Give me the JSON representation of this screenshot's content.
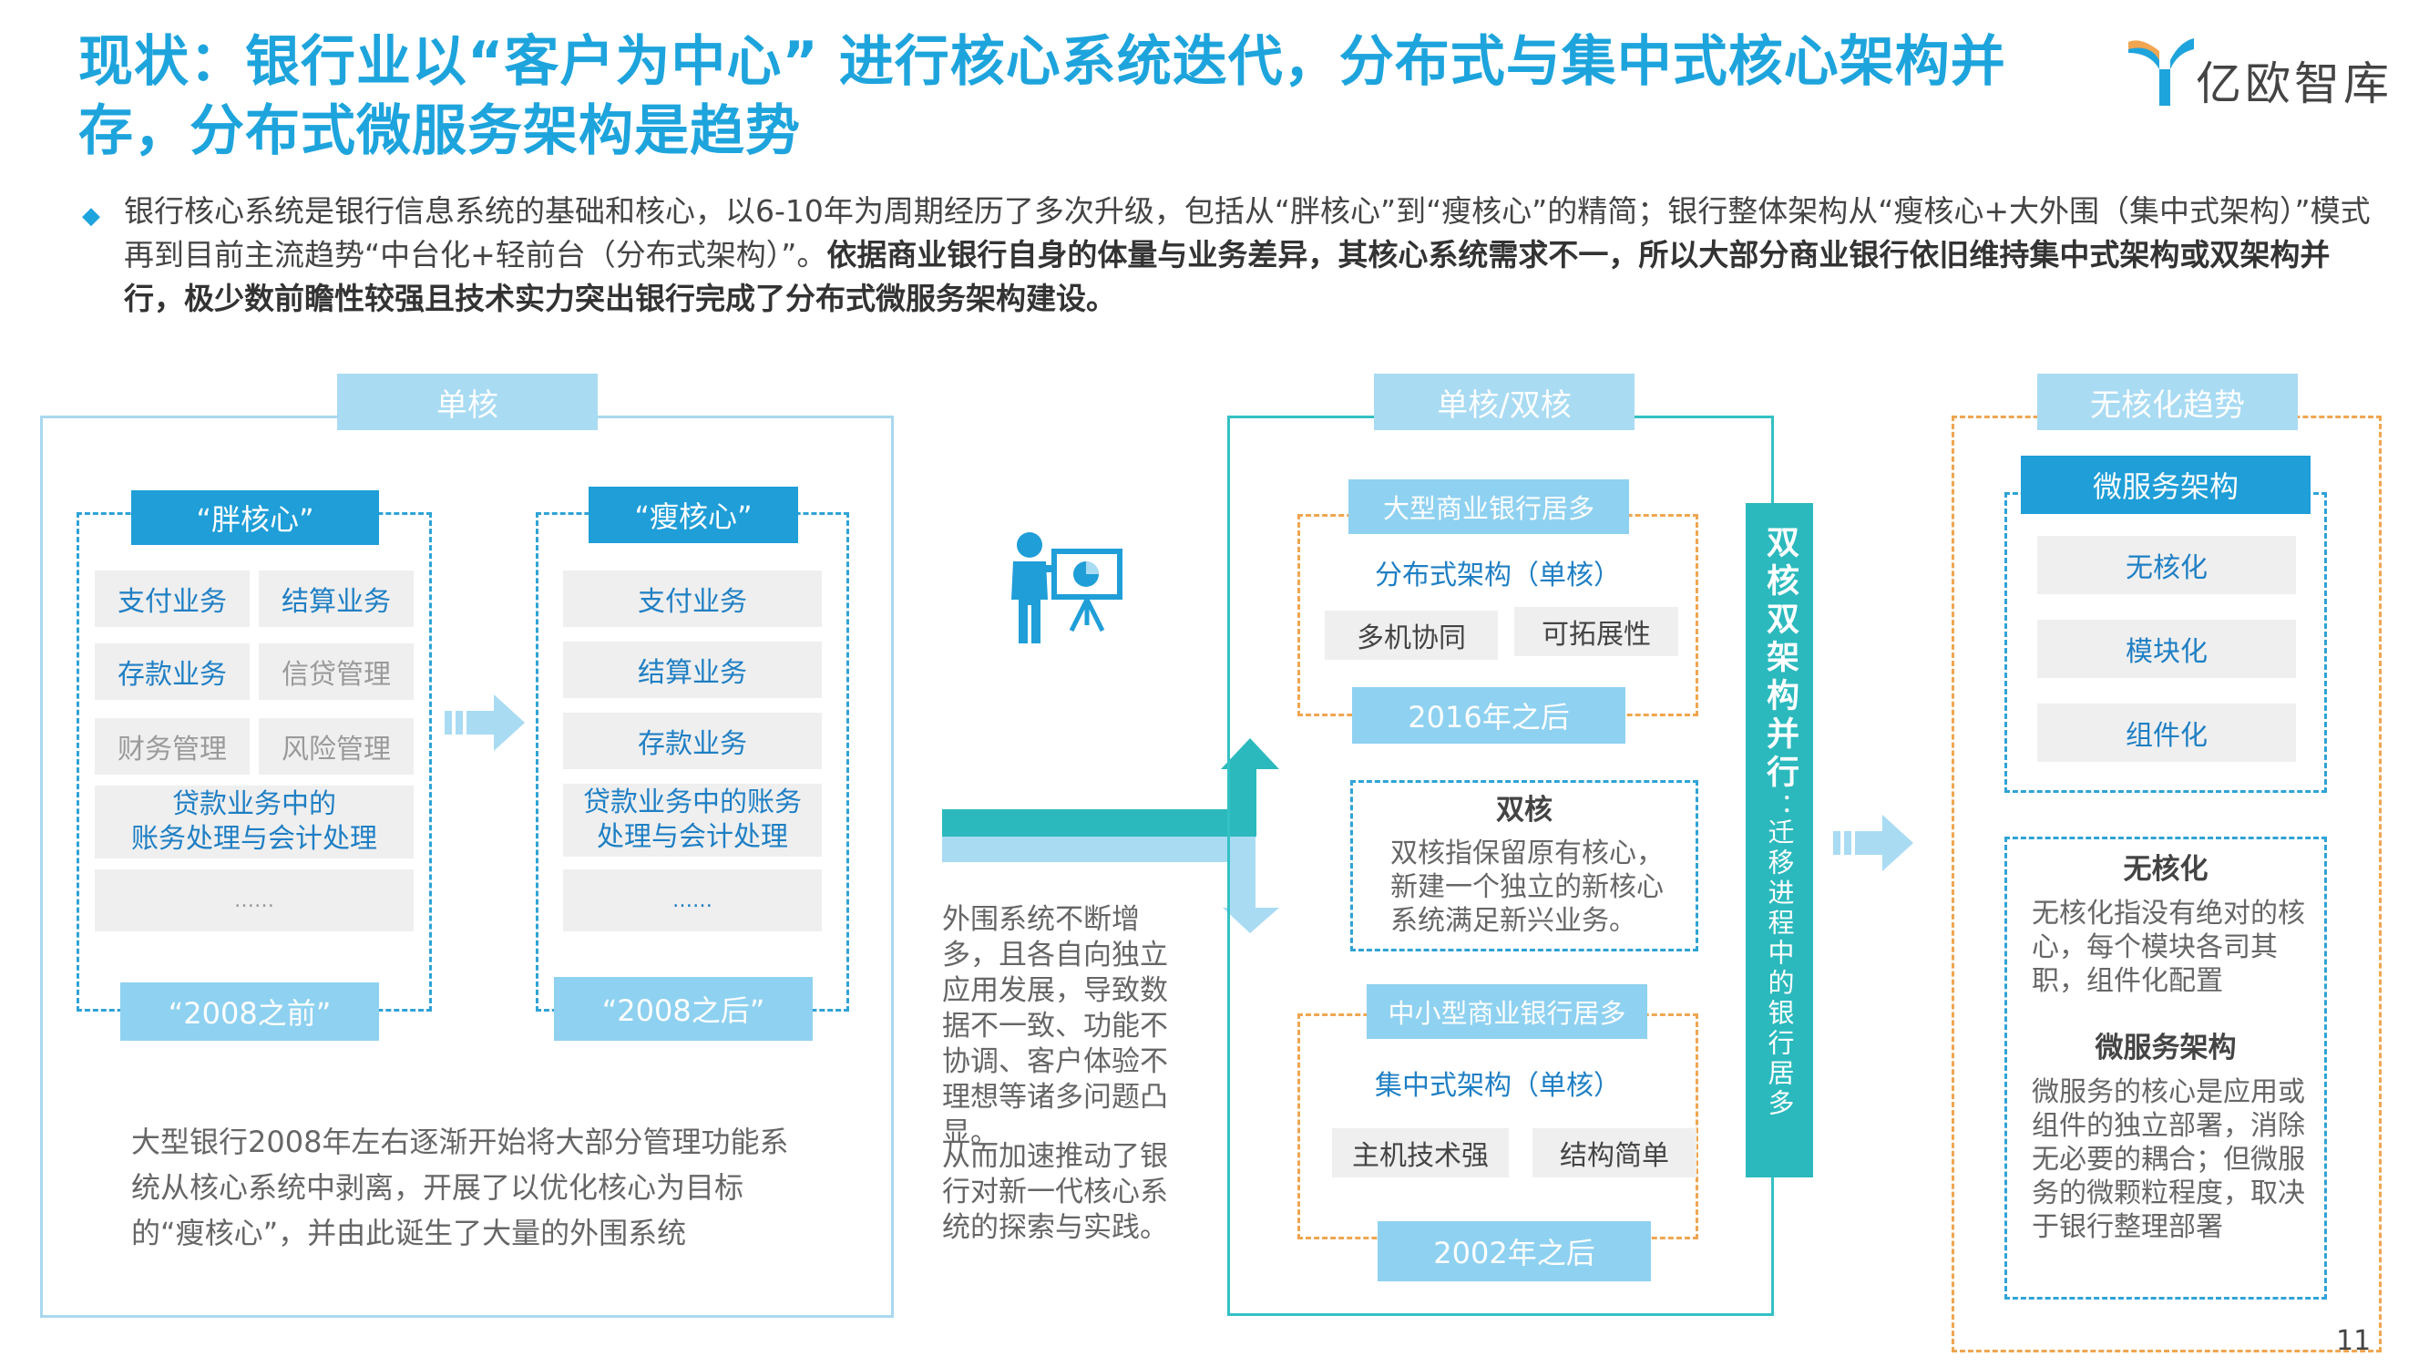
{
  "header": {
    "title": "现状：银行业以“客户为中心” 进行核心系统迭代，分布式与集中式核心架构并存，分布式微服务架构是趋势",
    "logo_text": "亿欧智库"
  },
  "intro": {
    "normal": "银行核心系统是银行信息系统的基础和核心，以6-10年为周期经历了多次升级，包括从“胖核心”到“瘦核心”的精简；银行整体架构从“瘦核心+大外围（集中式架构）”模式再到目前主流趋势“中台化+轻前台（分布式架构）”。",
    "bold": "依据商业银行自身的体量与业务差异，其核心系统需求不一，所以大部分商业银行依旧维持集中式架构或双架构并行，极少数前瞻性较强且技术实力突出银行完成了分布式微服务架构建设。"
  },
  "single_core": {
    "header": "单核",
    "fat": {
      "title": "“胖核心”",
      "items": [
        "支付业务",
        "结算业务",
        "存款业务",
        "信贷管理",
        "财务管理",
        "风险管理"
      ],
      "wide_item": "贷款业务中的\n账务处理与会计处理",
      "ellipsis": "……",
      "footer": "“2008之前”"
    },
    "thin": {
      "title": "“瘦核心”",
      "items": [
        "支付业务",
        "结算业务",
        "存款业务"
      ],
      "wide_item": "贷款业务中的账务\n处理与会计处理",
      "ellipsis": "……",
      "footer": "“2008之后”"
    },
    "note": "大型银行2008年左右逐渐开始将大部分管理功能系统从核心系统中剥离，开展了以优化核心为目标的“瘦核心”，并由此诞生了大量的外围系统"
  },
  "middle_text": {
    "p1": "外围系统不断增多，且各自向独立应用发展，导致数据不一致、功能不协调、客户体验不理想等诸多问题凸显。",
    "p2": "从而加速推动了银行对新一代核心系统的探索与实践。"
  },
  "dual_core": {
    "header": "单核/双核",
    "large": {
      "title": "大型商业银行居多",
      "arch": "分布式架构（单核）",
      "tags": [
        "多机协同",
        "可拓展性"
      ],
      "footer": "2016年之后"
    },
    "dual": {
      "title": "双核",
      "desc": "双核指保留原有核心，新建一个独立的新核心系统满足新兴业务。"
    },
    "small": {
      "title": "中小型商业银行居多",
      "arch": "集中式架构（单核）",
      "tags": [
        "主机技术强",
        "结构简单"
      ],
      "footer": "2002年之后"
    },
    "vertical_bold": "双核双架构并行",
    "vertical_colon": "：",
    "vertical_sub": "迁移进程中的银行居多"
  },
  "no_core": {
    "header": "无核化趋势",
    "micro_header": "微服务架构",
    "items": [
      "无核化",
      "模块化",
      "组件化"
    ],
    "def1_title": "无核化",
    "def1_text": "无核化指没有绝对的核心，每个模块各司其职，组件化配置",
    "def2_title": "微服务架构",
    "def2_text": "微服务的核心是应用或组件的独立部署，消除无必要的耦合；但微服务的微颗粒程度，取决于银行整理部署"
  },
  "page_number": "11",
  "colors": {
    "title_blue": "#1ea4dc",
    "dark_blue": "#1f9ed8",
    "light_blue": "#a9dbf3",
    "teal": "#34c1c4",
    "orange": "#f0a650"
  },
  "icons": [
    "presenter-icon",
    "arrow-right-icon",
    "branch-arrow-icon",
    "logo-icon"
  ]
}
